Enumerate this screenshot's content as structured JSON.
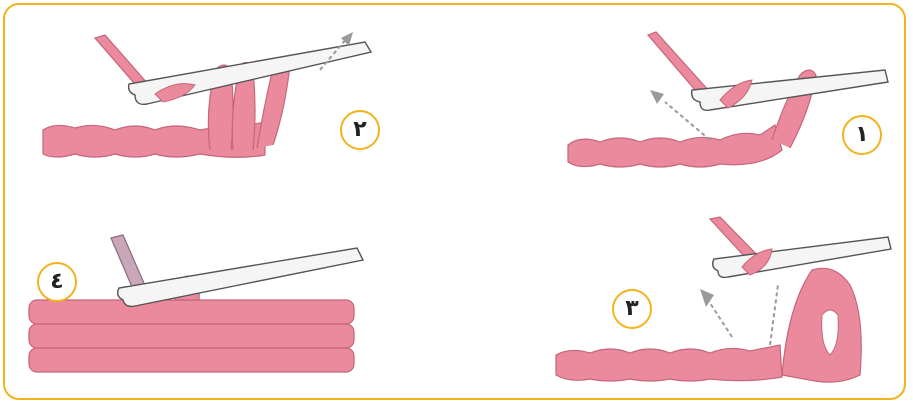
{
  "steps": [
    {
      "label": "١"
    },
    {
      "label": "٢"
    },
    {
      "label": "٣"
    },
    {
      "label": "٤"
    }
  ],
  "colors": {
    "frame": "#f2b31c",
    "yarn": "#ea8a9c",
    "yarn_dark": "#c5667a",
    "hook": "#f5f5f5",
    "arrow": "#9a9a9a"
  },
  "icons": [
    "crochet-hook-icon",
    "yarn-icon",
    "direction-arrow-icon"
  ]
}
